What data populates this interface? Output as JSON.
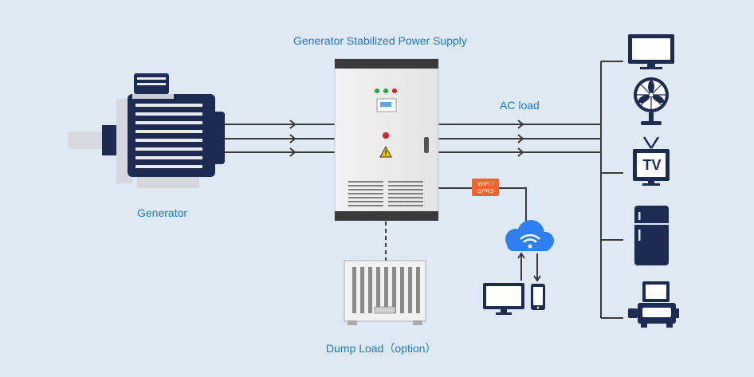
{
  "labels": {
    "title": "Generator Stabilized Power Supply",
    "ac_load": "AC load",
    "generator": "Generator",
    "dump_load": "Dump Load（option）",
    "wifi_line1": "WIFI /",
    "wifi_line2": "GPRS",
    "tv": "TV"
  },
  "icons": [
    "generator-motor-icon",
    "power-cabinet-icon",
    "warning-icon",
    "dump-load-resistor-icon",
    "cloud-wifi-icon",
    "desktop-monitor-icon",
    "smartphone-icon",
    "monitor-icon",
    "fan-icon",
    "tv-icon",
    "refrigerator-icon",
    "computer-workstation-icon"
  ],
  "colors": {
    "background": "#dfe9f3",
    "navy": "#1d2b52",
    "label_blue": "#1f78c8",
    "line": "#3a3a3a",
    "badge": "#f0642d",
    "cabinet": "#eeeeee",
    "cabinet_band": "#3a3a3a"
  }
}
